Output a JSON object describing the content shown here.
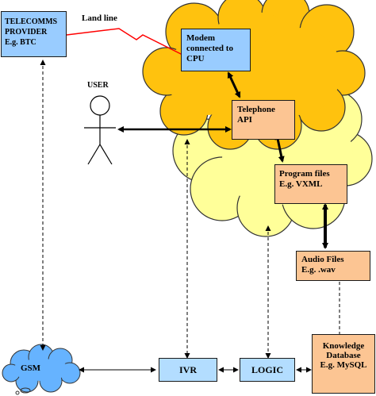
{
  "boxes": {
    "telecomms": "TELECOMMS\nPROVIDER\nE.g. BTC",
    "modem": "Modem\nconnected to\nCPU",
    "telephone_api": "Telephone\nAPI",
    "program_files": "Program files\nE.g. VXML",
    "audio_files": "Audio Files\nE.g. .wav",
    "knowledge_db": "Knowledge\nDatabase\nE.g. MySQL",
    "ivr": "IVR",
    "logic": "LOGIC"
  },
  "labels": {
    "land_line": "Land line",
    "user": "USER",
    "gsm": "GSM"
  },
  "colors": {
    "cloud_orange": "#ffc20e",
    "cloud_yellow": "#ffff99",
    "box_blue": "#99ccff",
    "box_orange": "#fcc593",
    "box_light_blue": "#b3ddff",
    "gsm_cloud": "#66b3ff",
    "land_line": "#ff0000"
  }
}
